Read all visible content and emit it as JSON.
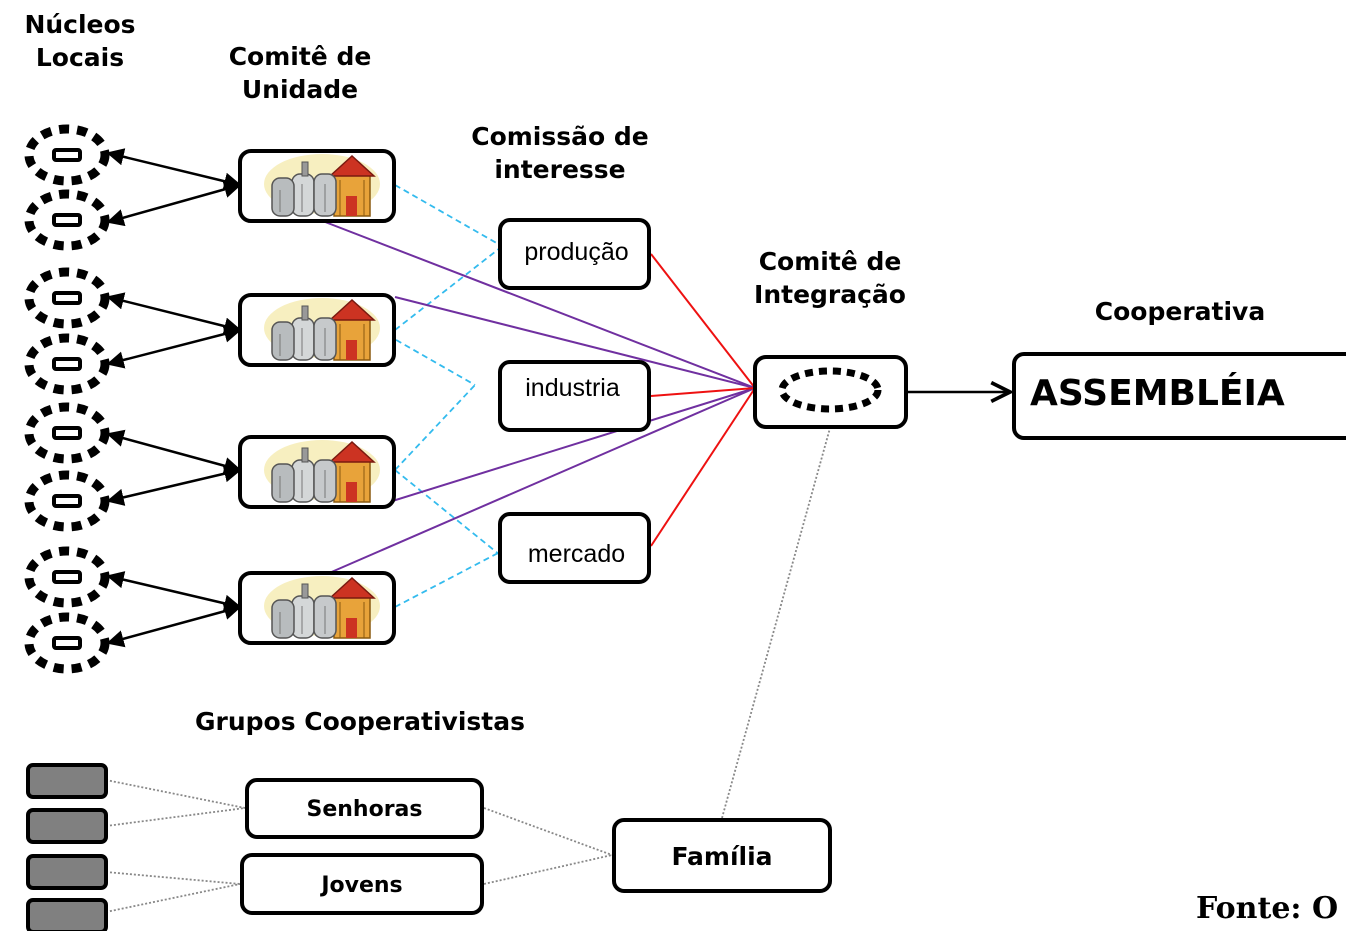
{
  "headers": {
    "nucleos": "Núcleos\nLocais",
    "comite_unidade": "Comitê de\nUnidade",
    "comissao": "Comissão de\ninteresse",
    "comite_integracao": "Comitê de\nIntegração",
    "cooperativa": "Cooperativa",
    "grupos": "Grupos Cooperativistas"
  },
  "comissoes": [
    "produção",
    "industria",
    "mercado"
  ],
  "assembleia": "ASSEMBLÉIA",
  "grupos": [
    "Senhoras",
    "Jovens"
  ],
  "familia": "Família",
  "source": "Fonte: O",
  "colors": {
    "black_link": "#000000",
    "dashed_link": "#33bbee",
    "purple_link": "#7030a0",
    "red_link": "#ee1111",
    "dotted_link": "#888888",
    "grey_block": "#808080",
    "roof": "#cc3322",
    "house": "#e8a33a",
    "glow": "#f7efc0"
  }
}
